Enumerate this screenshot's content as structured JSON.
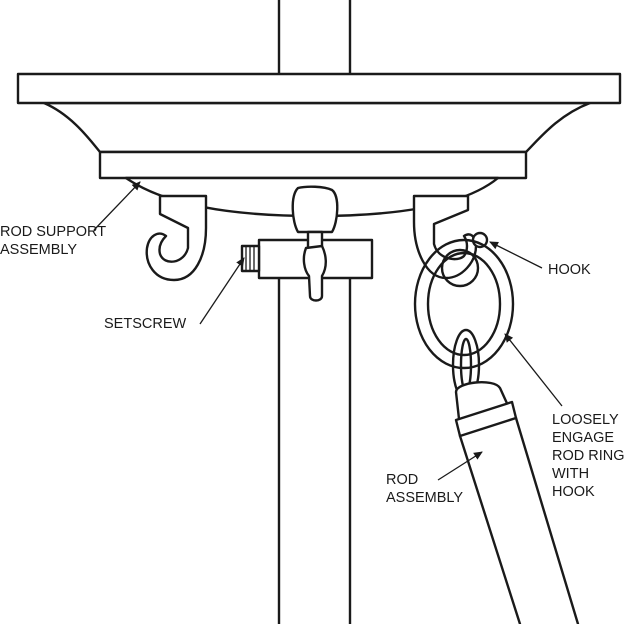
{
  "labels": {
    "rod_support_line1": "ROD SUPPORT",
    "rod_support_line2": "ASSEMBLY",
    "setscrew": "SETSCREW",
    "hook": "HOOK",
    "loosely_line1": "LOOSELY",
    "loosely_line2": "ENGAGE",
    "loosely_line3": "ROD RING",
    "loosely_line4": "WITH",
    "loosely_line5": "HOOK",
    "rod_line1": "ROD",
    "rod_line2": "ASSEMBLY"
  }
}
